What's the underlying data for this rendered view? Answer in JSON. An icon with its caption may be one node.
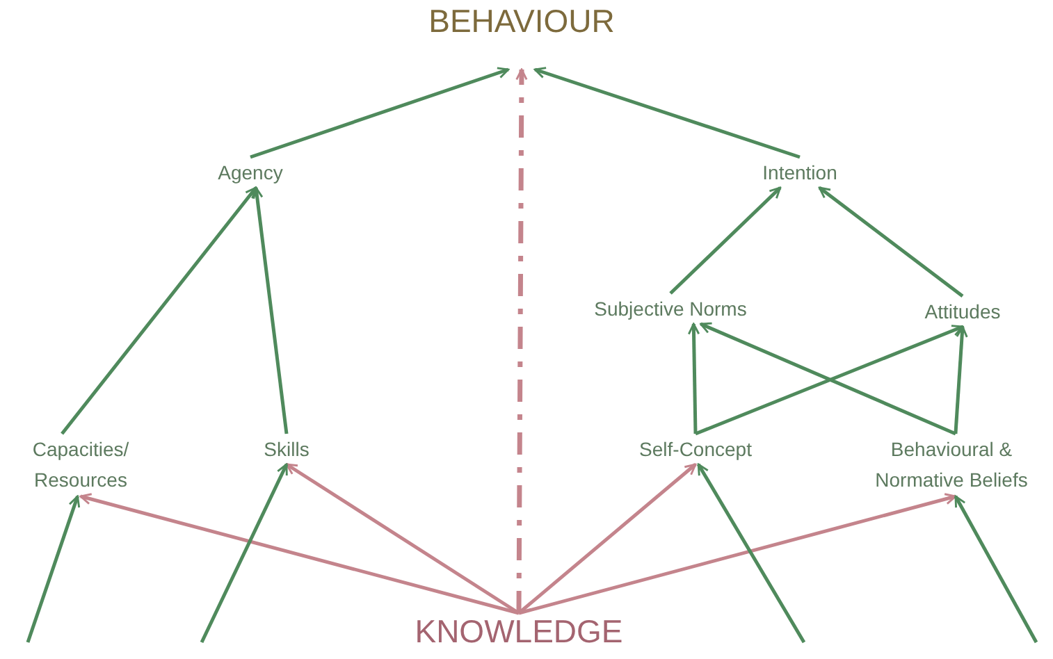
{
  "diagram": {
    "nodes": [
      {
        "text": [
          "BEHAVIOUR"
        ]
      },
      {
        "text": [
          "Agency"
        ]
      },
      {
        "text": [
          "Intention"
        ]
      },
      {
        "text": [
          "Subjective Norms"
        ]
      },
      {
        "text": [
          "Attitudes"
        ]
      },
      {
        "text": [
          "Capacities/ Resources"
        ]
      },
      {
        "text": [
          "Skills"
        ]
      },
      {
        "text": [
          "Self-Concept"
        ]
      },
      {
        "text": [
          "Behavioural & Normative Beliefs"
        ]
      },
      {
        "text": [
          "KNOWLEDGE"
        ]
      }
    ],
    "edges": [
      {
        "from": 1,
        "to": 0,
        "arrow": "to"
      },
      {
        "from": 2,
        "to": 0,
        "arrow": "to"
      },
      {
        "from": 9,
        "to": 0,
        "arrow": "to",
        "style": "dashed",
        "color": "#c4848c"
      },
      {
        "from": 5,
        "to": 1,
        "arrow": "to"
      },
      {
        "from": 6,
        "to": 1,
        "arrow": "to"
      },
      {
        "from": 3,
        "to": 2,
        "arrow": "to"
      },
      {
        "from": 4,
        "to": 2,
        "arrow": "to"
      },
      {
        "from": 7,
        "to": 3,
        "arrow": "to"
      },
      {
        "from": 7,
        "to": 4,
        "arrow": "to"
      },
      {
        "from": 8,
        "to": 3,
        "arrow": "to"
      },
      {
        "from": 8,
        "to": 4,
        "arrow": "to"
      },
      {
        "from": 9,
        "to": 5,
        "arrow": "to",
        "color": "#c4848c"
      },
      {
        "from": 9,
        "to": 6,
        "arrow": "to",
        "color": "#c4848c"
      },
      {
        "from": 9,
        "to": 7,
        "arrow": "to",
        "color": "#c4848c"
      },
      {
        "from": 9,
        "to": 8,
        "arrow": "to",
        "color": "#c4848c"
      },
      {
        "from": null,
        "to": 5,
        "arrow": "to"
      },
      {
        "from": null,
        "to": 6,
        "arrow": "to"
      },
      {
        "from": null,
        "to": 7,
        "arrow": "to"
      },
      {
        "from": null,
        "to": 8,
        "arrow": "to"
      }
    ]
  }
}
